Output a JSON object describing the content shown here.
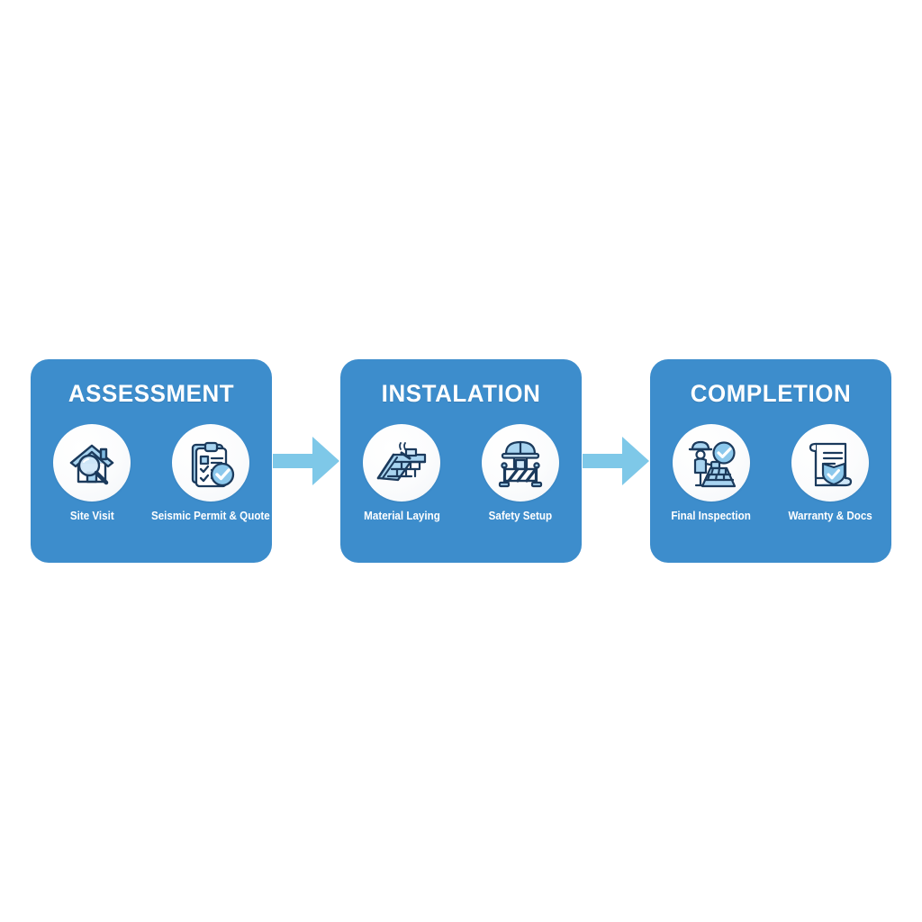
{
  "diagram": {
    "type": "process-flow",
    "orientation": "horizontal",
    "background_color": "#ffffff",
    "card_color": "#3d8dcc",
    "arrow_color": "#7ec8e8",
    "icon_fill_color": "#a8d4f0",
    "icon_stroke_color": "#1b3a5c",
    "bubble_color": "#fbfcfd",
    "title_color": "#ffffff",
    "label_color": "#ffffff",
    "stages": [
      {
        "title": "ASSESSMENT",
        "steps": [
          {
            "label": "Site Visit",
            "icon": "house-magnifier-icon"
          },
          {
            "label": "Seismic Permit & Quote",
            "icon": "clipboard-check-icon"
          }
        ]
      },
      {
        "title": "INSTALATION",
        "steps": [
          {
            "label": "Material Laying",
            "icon": "roof-shingles-icon"
          },
          {
            "label": "Safety Setup",
            "icon": "hardhat-barricade-icon"
          }
        ]
      },
      {
        "title": "COMPLETION",
        "steps": [
          {
            "label": "Final Inspection",
            "icon": "inspector-check-icon"
          },
          {
            "label": "Warranty & Docs",
            "icon": "scroll-shield-icon"
          }
        ]
      }
    ],
    "connectors": [
      {
        "icon": "arrow-right-icon"
      },
      {
        "icon": "arrow-right-icon"
      }
    ]
  }
}
